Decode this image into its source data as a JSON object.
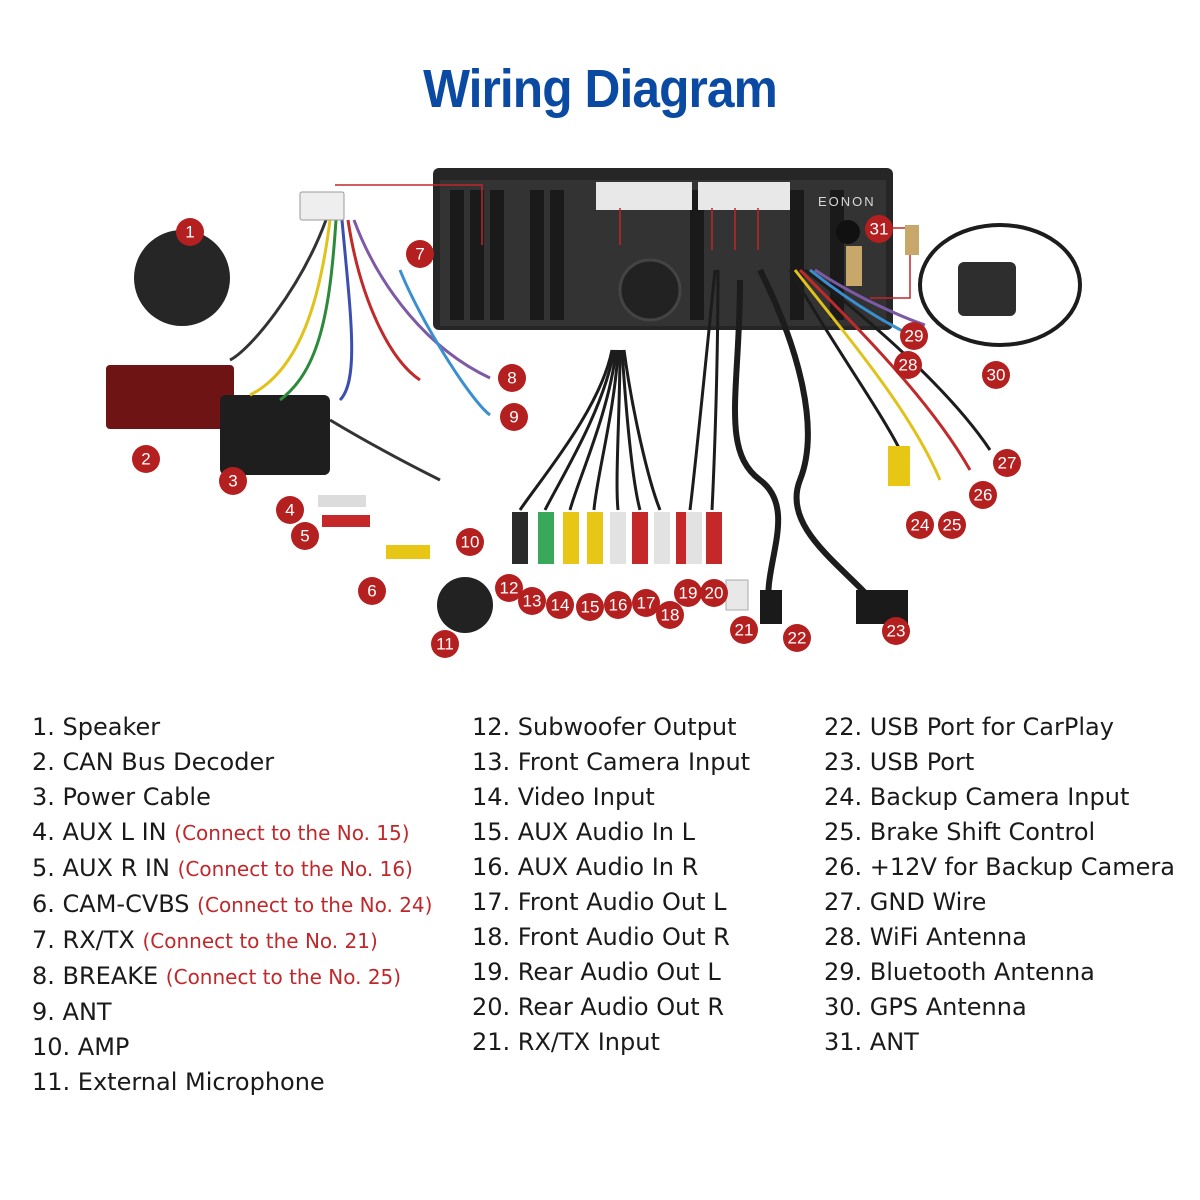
{
  "title": "Wiring Diagram",
  "brand": "EONON",
  "badges": [
    "1",
    "2",
    "3",
    "4",
    "5",
    "6",
    "7",
    "8",
    "9",
    "10",
    "11",
    "12",
    "13",
    "14",
    "15",
    "16",
    "17",
    "18",
    "19",
    "20",
    "21",
    "22",
    "23",
    "24",
    "25",
    "26",
    "27",
    "28",
    "29",
    "30",
    "31"
  ],
  "legend": {
    "col1": [
      {
        "label": "1. Speaker",
        "note": ""
      },
      {
        "label": "2. CAN Bus Decoder",
        "note": ""
      },
      {
        "label": "3. Power Cable",
        "note": ""
      },
      {
        "label": "4. AUX L IN",
        "note": "(Connect to the No. 15)"
      },
      {
        "label": "5. AUX R IN",
        "note": "(Connect to the No. 16)"
      },
      {
        "label": "6. CAM-CVBS",
        "note": "(Connect to the No. 24)"
      },
      {
        "label": "7. RX/TX",
        "note": "(Connect to the No. 21)"
      },
      {
        "label": "8. BREAKE",
        "note": "(Connect to the No. 25)"
      },
      {
        "label": "9. ANT",
        "note": ""
      },
      {
        "label": "10. AMP",
        "note": ""
      },
      {
        "label": "11. External Microphone",
        "note": ""
      }
    ],
    "col2": [
      {
        "label": "12. Subwoofer Output"
      },
      {
        "label": "13. Front Camera Input"
      },
      {
        "label": "14. Video Input"
      },
      {
        "label": "15. AUX Audio In L"
      },
      {
        "label": "16. AUX Audio In R"
      },
      {
        "label": "17. Front Audio Out L"
      },
      {
        "label": "18. Front Audio Out R"
      },
      {
        "label": "19. Rear Audio Out L"
      },
      {
        "label": "20. Rear Audio Out R"
      },
      {
        "label": "21. RX/TX Input"
      }
    ],
    "col3": [
      {
        "label": "22. USB Port for CarPlay"
      },
      {
        "label": "23. USB Port"
      },
      {
        "label": "24. Backup Camera Input"
      },
      {
        "label": "25. Brake Shift Control"
      },
      {
        "label": "26. +12V for Backup Camera"
      },
      {
        "label": "27. GND Wire"
      },
      {
        "label": "28. WiFi Antenna"
      },
      {
        "label": "29. Bluetooth Antenna"
      },
      {
        "label": "30. GPS Antenna"
      },
      {
        "label": "31. ANT"
      }
    ]
  },
  "colors": {
    "title": "#0b4aa2",
    "badge": "#b42020",
    "note": "#c0282b",
    "unit_body": "#2a2a2a"
  }
}
